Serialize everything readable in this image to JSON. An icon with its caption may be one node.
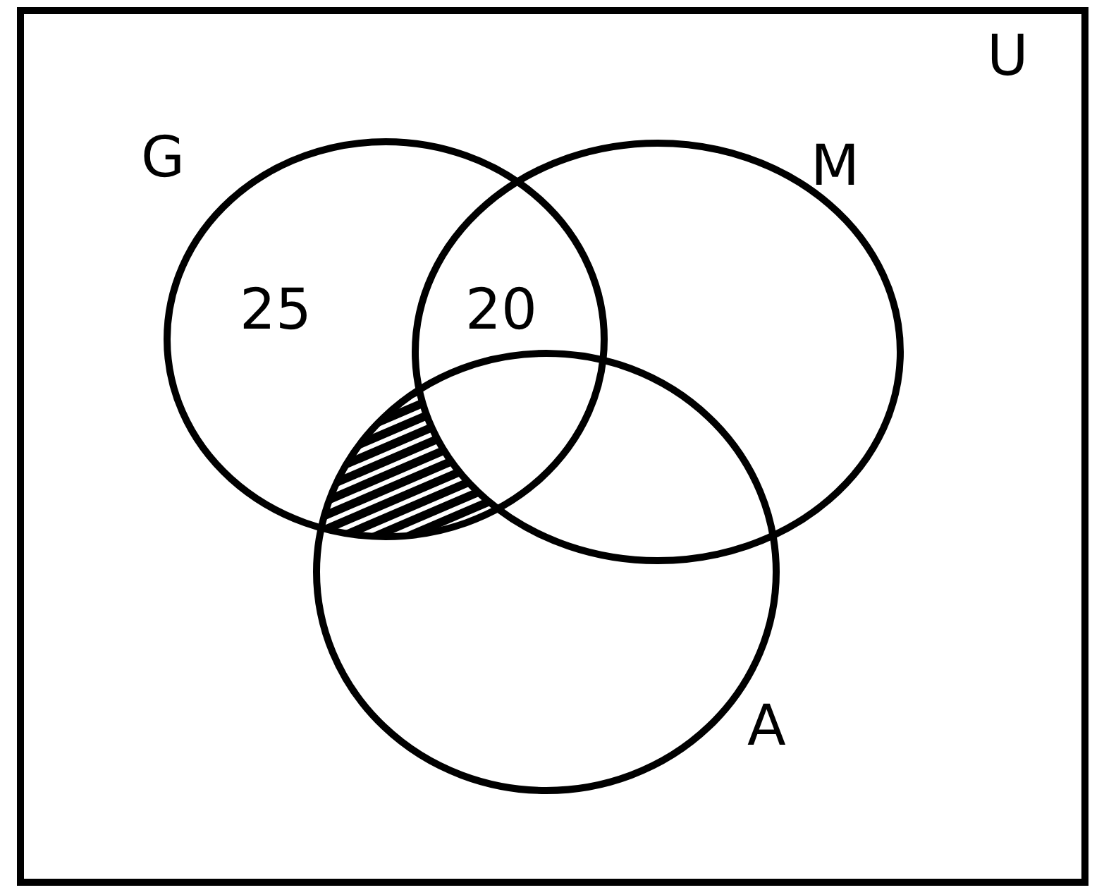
{
  "diagram": {
    "nodes": [
      {
        "text": [
          "U"
        ]
      },
      {
        "text": [
          "G"
        ],
        "in": 0
      },
      {
        "text": [
          "M"
        ],
        "in": 0
      },
      {
        "text": [
          "A"
        ],
        "in": 0
      }
    ],
    "edges": [],
    "labels": [
      "25",
      "20"
    ]
  }
}
